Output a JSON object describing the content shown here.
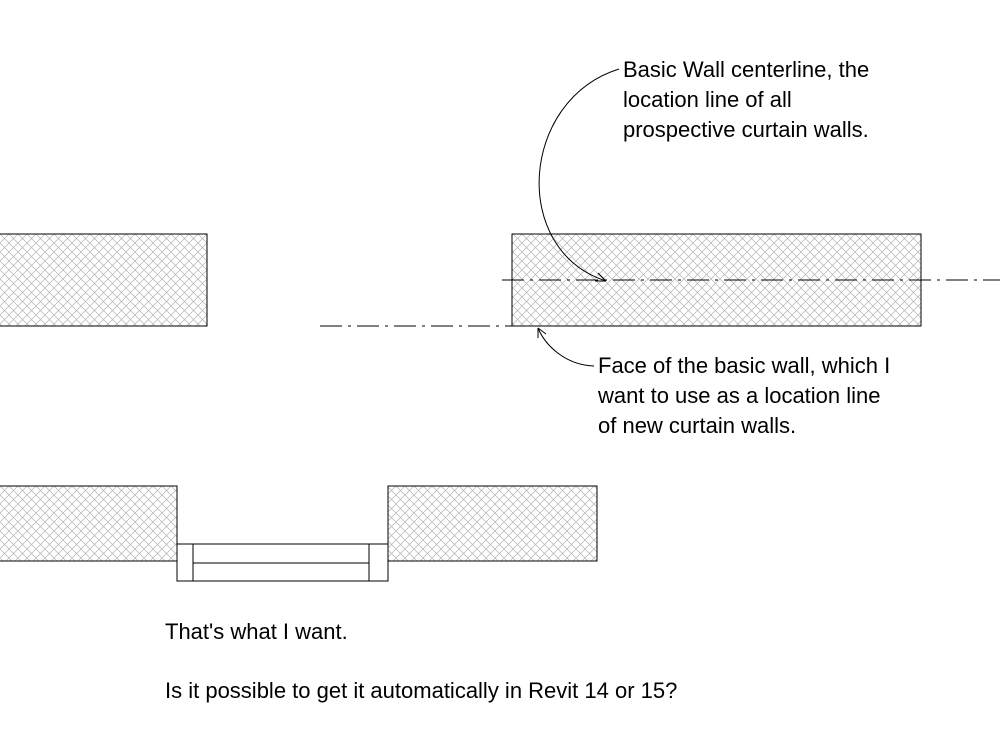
{
  "annotations": {
    "centerline_note": [
      "Basic Wall centerline, the",
      "location line of all",
      "prospective curtain walls."
    ],
    "face_note": [
      "Face of the basic wall, which I",
      "want to use as a location line",
      "of new curtain walls."
    ]
  },
  "captions": {
    "result": "That's what I want.",
    "question": "Is it possible to get it automatically in Revit 14 or 15?"
  },
  "colors": {
    "background": "#ffffff",
    "stroke": "#000000",
    "hatch": "#b3b3b3"
  }
}
